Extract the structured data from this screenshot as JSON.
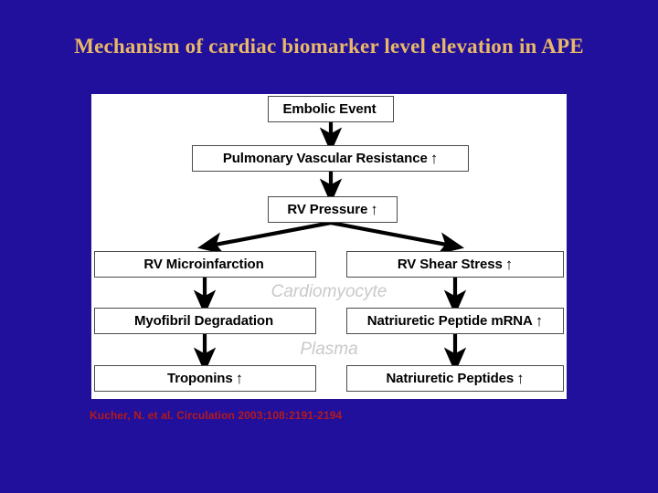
{
  "slide": {
    "title": "Mechanism of cardiac biomarker level elevation in APE",
    "background_color": "#21109B",
    "title_color": "#E8B868",
    "citation": "Kucher, N. et al. Circulation 2003;108:2191-2194",
    "citation_color": "#B51A1A"
  },
  "figure": {
    "panel_color": "#FFFFFF",
    "box_text_color": "#000000",
    "box_border_color": "#4a4a4a",
    "arrow_color": "#000000",
    "compartment_label_color": "#C9C9C9",
    "up_arrow_glyph": "↑",
    "nodes": {
      "embolic_event": {
        "label": "Embolic Event",
        "up_arrow": ""
      },
      "pulmonary_vascular_resistance": {
        "label": "Pulmonary Vascular Resistance",
        "up_arrow": "↑"
      },
      "rv_pressure": {
        "label": "RV Pressure",
        "up_arrow": "↑"
      },
      "rv_microinfarction": {
        "label": "RV Microinfarction",
        "up_arrow": ""
      },
      "rv_shear_stress": {
        "label": "RV Shear Stress",
        "up_arrow": "↑"
      },
      "myofibril_degradation": {
        "label": "Myofibril Degradation",
        "up_arrow": ""
      },
      "natriuretic_peptide_mrna": {
        "label": "Natriuretic Peptide mRNA",
        "up_arrow": "↑"
      },
      "troponins": {
        "label": "Troponins",
        "up_arrow": "↑"
      },
      "natriuretic_peptides": {
        "label": "Natriuretic Peptides",
        "up_arrow": "↑"
      }
    },
    "compartments": {
      "cardiomyocyte": "Cardiomyocyte",
      "plasma": "Plasma"
    }
  }
}
